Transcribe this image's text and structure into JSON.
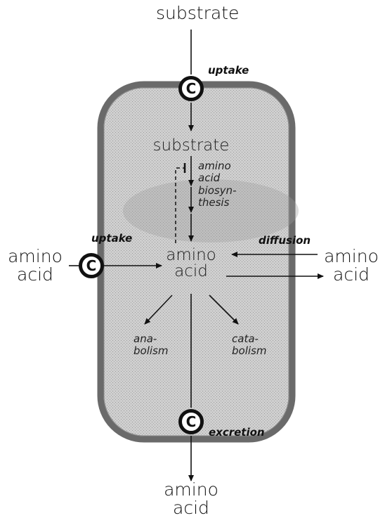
{
  "diagram": {
    "top_substrate": "substrate",
    "inner_substrate": "substrate",
    "carrier_symbol": "C",
    "uptake_top": "uptake",
    "uptake_left": "uptake",
    "diffusion": "diffusion",
    "excretion": "excretion",
    "biosynthesis": [
      "amino",
      "acid",
      "biosyn-",
      "thesis"
    ],
    "center_amino": [
      "amino",
      "acid"
    ],
    "left_amino": [
      "amino",
      "acid"
    ],
    "right_amino": [
      "amino",
      "acid"
    ],
    "bottom_amino": [
      "amino",
      "acid"
    ],
    "anabolism": [
      "ana-",
      "bolism"
    ],
    "catabolism": [
      "cata-",
      "bolism"
    ],
    "colors": {
      "cell_fill": "#c9c9c9",
      "membrane": "#6a6a6a",
      "ink": "#111111"
    }
  }
}
